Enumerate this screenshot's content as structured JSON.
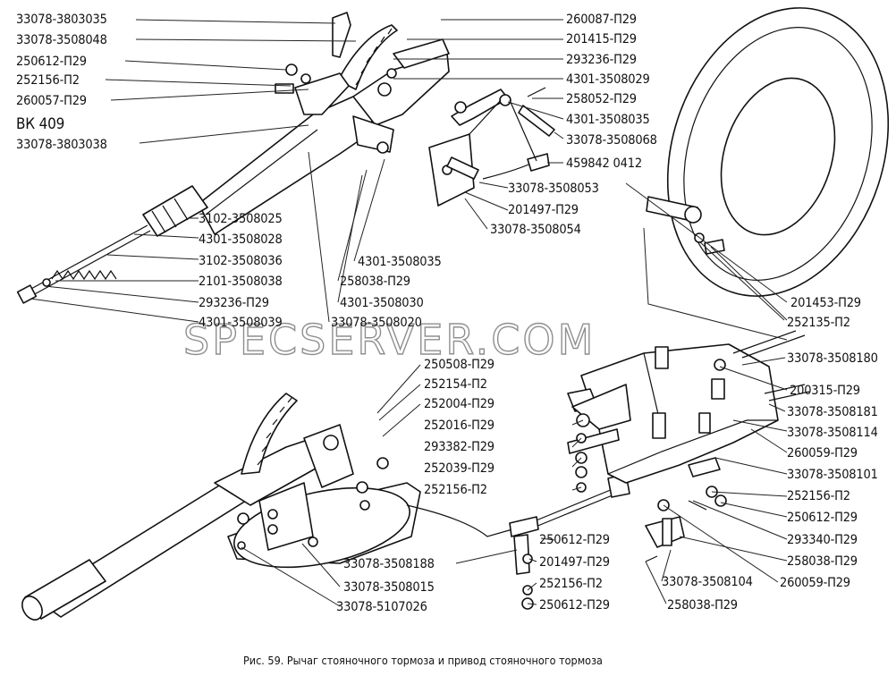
{
  "watermark": "SPECSERVER.COM",
  "caption": "Рис. 59. Рычаг стояночного тормоза и привод стояночного тормоза",
  "labels": [
    "33078-3803035",
    "33078-3508048",
    "250612-П29",
    "252156-П2",
    "260057-П29",
    "ВК 409",
    "33078-3803038",
    "260087-П29",
    "201415-П29",
    "293236-П29",
    "4301-3508029",
    "258052-П29",
    "4301-3508035",
    "33078-3508068",
    "459842 0412",
    "33078-3508053",
    "201497-П29",
    "33078-3508054",
    "3102-3508025",
    "4301-3508028",
    "3102-3508036",
    "2101-3508038",
    "293236-П29",
    "4301-3508039",
    "4301-3508035",
    "258038-П29",
    "4301-3508030",
    "33078-3508020",
    "201453-П29",
    "252135-П2",
    "250508-П29",
    "252154-П2",
    "252004-П29",
    "252016-П29",
    "293382-П29",
    "252039-П29",
    "252156-П2",
    "33078-3508180",
    "200315-П29",
    "33078-3508181",
    "33078-3508114",
    "260059-П29",
    "33078-3508101",
    "252156-П2",
    "250612-П29",
    "293340-П29",
    "258038-П29",
    "260059-П29",
    "250612-П29",
    "201497-П29",
    "252156-П2",
    "250612-П29",
    "33078-3508188",
    "33078-3508015",
    "33078-5107026",
    "33078-3508104",
    "258038-П29"
  ]
}
